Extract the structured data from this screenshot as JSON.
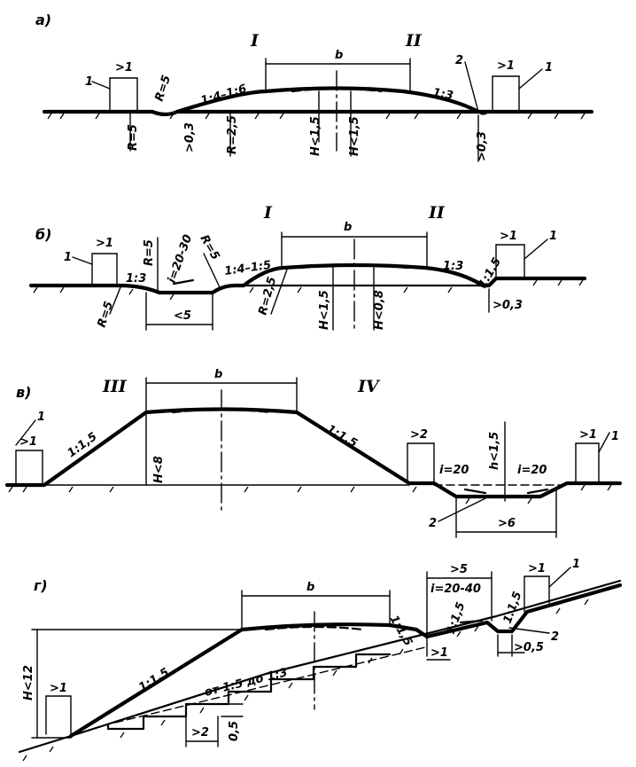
{
  "panels": {
    "a": {
      "letter": "а)",
      "section_left": "I",
      "section_right": "II",
      "width": "b",
      "berm_left": ">1",
      "berm_right": ">1",
      "marker_1": "1",
      "marker_2": "2",
      "radius_ditch": "R=5",
      "radius_ditch_2": "R=5",
      "slope_left": "1:4–1:6",
      "slope_right": "1:3",
      "radius_toe": "R=2,5",
      "depth_left": ">0,3",
      "depth_right": ">0,3",
      "height_1": "H<1,5",
      "height_2": "H<1,5"
    },
    "b": {
      "letter": "б)",
      "section_left": "I",
      "section_right": "II",
      "width": "b",
      "berm_left": ">1",
      "berm_right": ">1",
      "marker_1": "1",
      "radius_1": "R=5",
      "radius_2": "R=5",
      "radius_3": "R=5",
      "gradient": "i=20-30",
      "slope_ditch": "1:3",
      "slope_left": "1:4–1:5",
      "slope_right": "1:3",
      "slope_ditch_right": "1:1,5",
      "radius_toe": "R=2,5",
      "ditch_width": "<5",
      "height_1": "H<1,5",
      "height_2": "H<0,8",
      "depth_right": ">0,3"
    },
    "v": {
      "letter": "в)",
      "section_left": "III",
      "section_right": "IV",
      "width": "b",
      "berm_left": ">1",
      "berm_mid": ">2",
      "berm_right": ">1",
      "marker_1": "1",
      "marker_2": "2",
      "slope_left": "1:1,5",
      "slope_right": "1:1,5",
      "height": "H<8",
      "grad_left": "i=20",
      "grad_right": "i=20",
      "ditch_depth": "h<1,5",
      "ditch_width": ">6"
    },
    "g": {
      "letter": "г)",
      "width": "b",
      "height": "H<12",
      "berm_left": ">1",
      "slope_main": "1:1,5",
      "slope_ground": "от 1:5 до 1:3",
      "step_width": ">2",
      "step_height": "0,5",
      "slope_right": "1:1,5",
      "berm_top": ">5",
      "gradient": "i=20-40",
      "slope_right_2": "1:1,5",
      "slope_ditch": "1:1,5",
      "berm_small": ">1",
      "berm_far": ">1",
      "ditch_depth": ">0,5",
      "marker_1": "1",
      "marker_2": "2"
    }
  }
}
